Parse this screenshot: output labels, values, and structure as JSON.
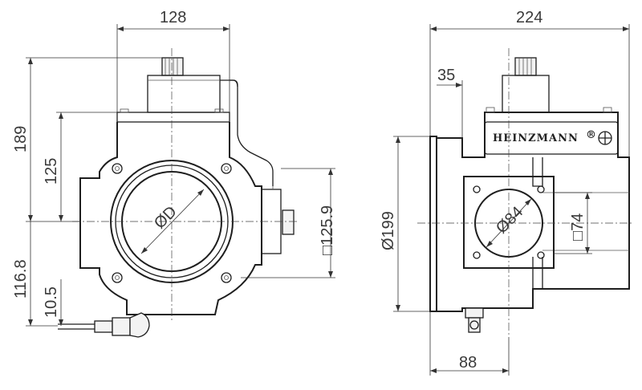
{
  "dimensions": {
    "front_width": "128",
    "side_width": "224",
    "side_offset": "35",
    "height_total": "189",
    "height_upper": "125",
    "height_lower": "116.8",
    "cable_height": "10.5",
    "bore_diameter": "ØD",
    "flange_square": "□125.9",
    "outer_diameter": "Ø199",
    "port_diameter": "Ø84",
    "port_square": "□74",
    "port_offset": "88"
  },
  "brand": {
    "label": "HEINZMANN",
    "registered": "®"
  }
}
